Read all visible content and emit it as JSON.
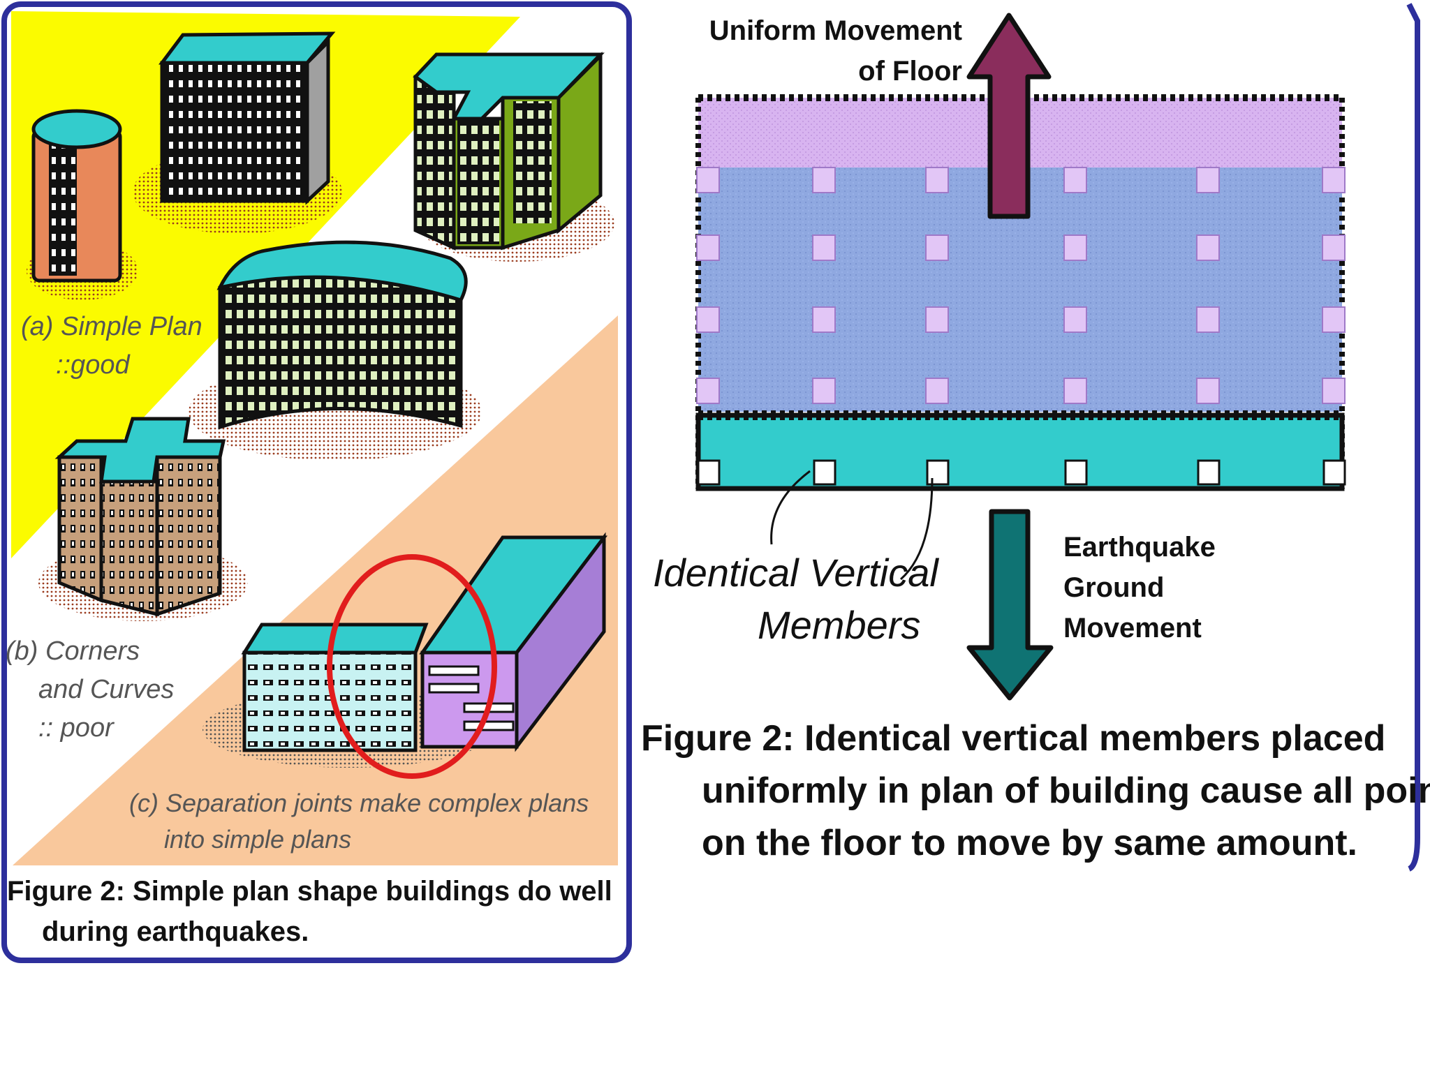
{
  "left_panel": {
    "label_a_line1": "(a) Simple Plan",
    "label_a_line2": "::good",
    "label_b_line1": "(b) Corners",
    "label_b_line2": "and Curves",
    "label_b_line3": ":: poor",
    "label_c_line1": "(c) Separation joints make complex plans",
    "label_c_line2": "into simple plans",
    "caption_line1": "Figure 2: Simple plan shape buildings do well",
    "caption_line2": "during earthquakes."
  },
  "right_panel": {
    "arrow_up_line1": "Uniform Movement",
    "arrow_up_line2": "of Floor",
    "arrow_down_line1": "Earthquake",
    "arrow_down_line2": "Ground",
    "arrow_down_line3": "Movement",
    "members_line1": "Identical Vertical",
    "members_line2": "Members",
    "caption_line1": "Figure 2: Identical vertical members placed",
    "caption_line2": "uniformly in plan of building cause all points",
    "caption_line3": "on the floor to move by same amount."
  },
  "colors": {
    "frame_blue": "#2d2f9c",
    "yellow_zone": "#fbfb00",
    "peach_zone": "#f9c89c",
    "cyan_roof": "#33cccc",
    "floor_lilac": "#d8b4f0",
    "slab_blue": "#8fa8e0",
    "base_cyan": "#33cccc",
    "up_arrow": "#8a2d5c",
    "down_arrow": "#0f7373",
    "red_circle": "#e11d1d"
  }
}
